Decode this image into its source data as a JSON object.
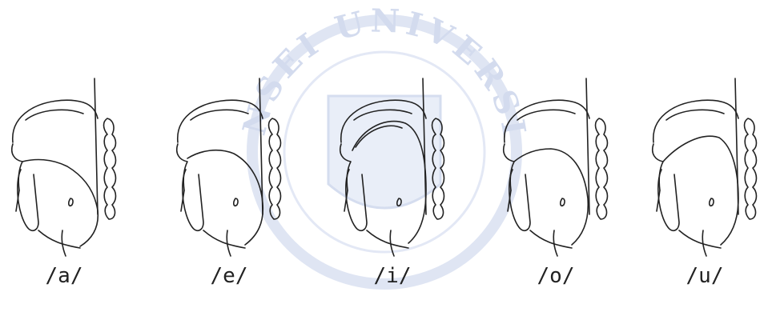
{
  "watermark": {
    "text": "YONSEI UNIVERSITY",
    "color": "#c9d3ea"
  },
  "figures": [
    {
      "label": "/a/",
      "vowel": "a"
    },
    {
      "label": "/e/",
      "vowel": "e"
    },
    {
      "label": "/i/",
      "vowel": "i"
    },
    {
      "label": "/o/",
      "vowel": "o"
    },
    {
      "label": "/u/",
      "vowel": "u"
    }
  ],
  "line_color": "#222222"
}
